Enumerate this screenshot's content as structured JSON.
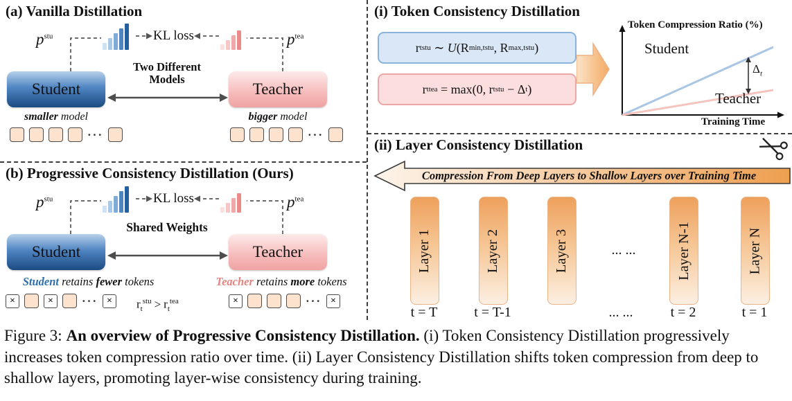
{
  "figure": {
    "tokens": {
      "cross": "×",
      "ellipsis": "···"
    },
    "panel_a": {
      "title": "(a) Vanilla Distillation",
      "p": "p",
      "sup_stu": "stu",
      "sup_tea": "tea",
      "kl_loss": "KL loss",
      "student": "Student",
      "teacher": "Teacher",
      "two_different_models": "Two Different Models",
      "smaller": "smaller",
      "bigger": "bigger",
      "model_word": "model"
    },
    "panel_b": {
      "title": "(b) Progressive Consistency Distillation (Ours)",
      "p": "p",
      "sup_stu": "stu",
      "sup_tea": "tea",
      "kl_loss": "KL loss",
      "student": "Student",
      "teacher": "Teacher",
      "shared_weights": "Shared Weights",
      "student_caption": {
        "who": "Student",
        "retains": "retains",
        "qty": "fewer",
        "tokens": "tokens"
      },
      "teacher_caption": {
        "who": "Teacher",
        "retains": "retains",
        "qty": "more",
        "tokens": "tokens"
      },
      "relation": {
        "r": "r",
        "t": "t",
        "stu": "stu",
        "gt": ">",
        "tea": "tea"
      }
    },
    "panel_i": {
      "title": "(i) Token Consistency Distillation",
      "formula_student": {
        "r": "r",
        "t": "t",
        "stu": "stu",
        "sim": " ∼ ",
        "u": "U",
        "open": "(",
        "R1": "R",
        "sub1": "min,t",
        "sup1": "stu",
        "comma": ", ",
        "R2": "R",
        "sub2": "max,t",
        "sup2": "stu",
        "close": ")"
      },
      "formula_teacher": {
        "r": "r",
        "t": "t",
        "tea": "tea",
        "eq": " = max(0, ",
        "r2": "r",
        "t2": "t",
        "stu": "stu",
        "minus": " − ",
        "delta": "Δ",
        "dt": "t",
        "close": ")"
      },
      "chart": {
        "y_label": "Token Compression Ratio (%)",
        "x_label": "Training Time",
        "student": "Student",
        "teacher": "Teacher",
        "delta": "Δ",
        "delta_sub": "t"
      }
    },
    "panel_ii": {
      "title": "(ii) Layer Consistency Distillation",
      "arrow_text": "Compression From Deep Layers to Shallow Layers over Training Time",
      "layers": [
        "Layer 1",
        "Layer 2",
        "Layer 3",
        "Layer N-1",
        "Layer N"
      ],
      "bars_ellipsis": "... ...",
      "times": [
        "t = T",
        "t = T-1",
        "... ...",
        "t = 2",
        "t = 1"
      ]
    }
  },
  "caption": {
    "figure_label": "Figure 3: ",
    "bold": "An overview of Progressive Consistency Distillation.",
    "rest": " (i) Token Consistency Distillation progressively increases token compression ratio over time. (ii) Layer Consistency Distillation shifts token compression from deep to shallow layers, promoting layer-wise consistency during training."
  },
  "colors": {
    "student_blue": "#2e6bab",
    "teacher_pink": "#f2a8a8",
    "accent_orange": "#ef9f50"
  }
}
